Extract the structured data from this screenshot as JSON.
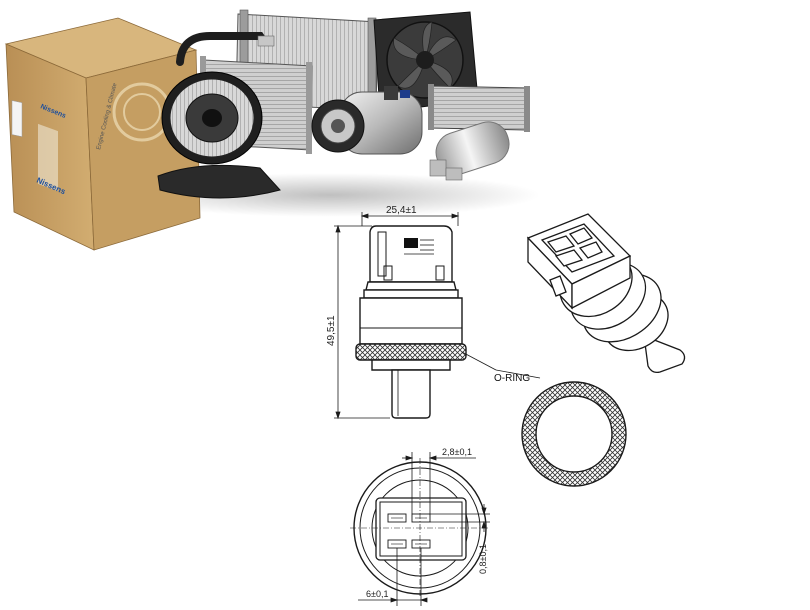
{
  "product_photo": {
    "box_brand": "Nissens",
    "box_slogan": "Engine Cooling & Climate",
    "box_brand_top": "Nissens"
  },
  "drawing": {
    "width_dim": "25,4±1",
    "height_dim": "49,5±1",
    "oring_label": "O-RING",
    "pin_width_dim": "2,8±0,1",
    "pin_thickness_dim": "0,8±0,1",
    "pin_spacing_dim": "6±0,1"
  },
  "colors": {
    "box": "#c9a265",
    "box_dark": "#a07c45",
    "line": "#1a1a1a",
    "brand_blue": "#1d4f9c"
  }
}
